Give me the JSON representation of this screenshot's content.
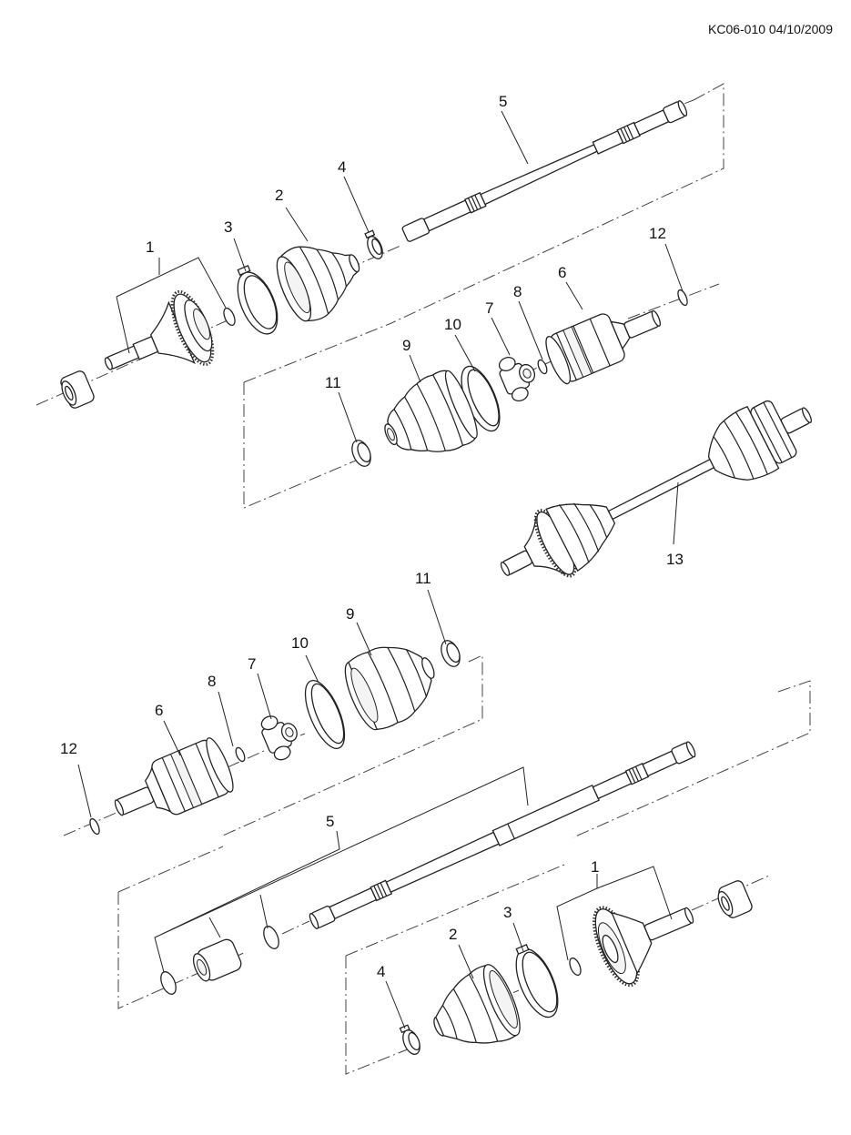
{
  "doc_code": "KC06-010 04/10/2009",
  "callouts": {
    "upper": {
      "c1": "1",
      "c2": "2",
      "c3": "3",
      "c4": "4",
      "c5": "5",
      "c6": "6",
      "c7": "7",
      "c8": "8",
      "c9": "9",
      "c10": "10",
      "c11": "11",
      "c12": "12",
      "c13": "13"
    },
    "lower": {
      "c1": "1",
      "c2": "2",
      "c3": "3",
      "c4": "4",
      "c5": "5",
      "c6": "6",
      "c7": "7",
      "c8": "8",
      "c9": "9",
      "c10": "10",
      "c11": "11",
      "c12": "12"
    }
  }
}
